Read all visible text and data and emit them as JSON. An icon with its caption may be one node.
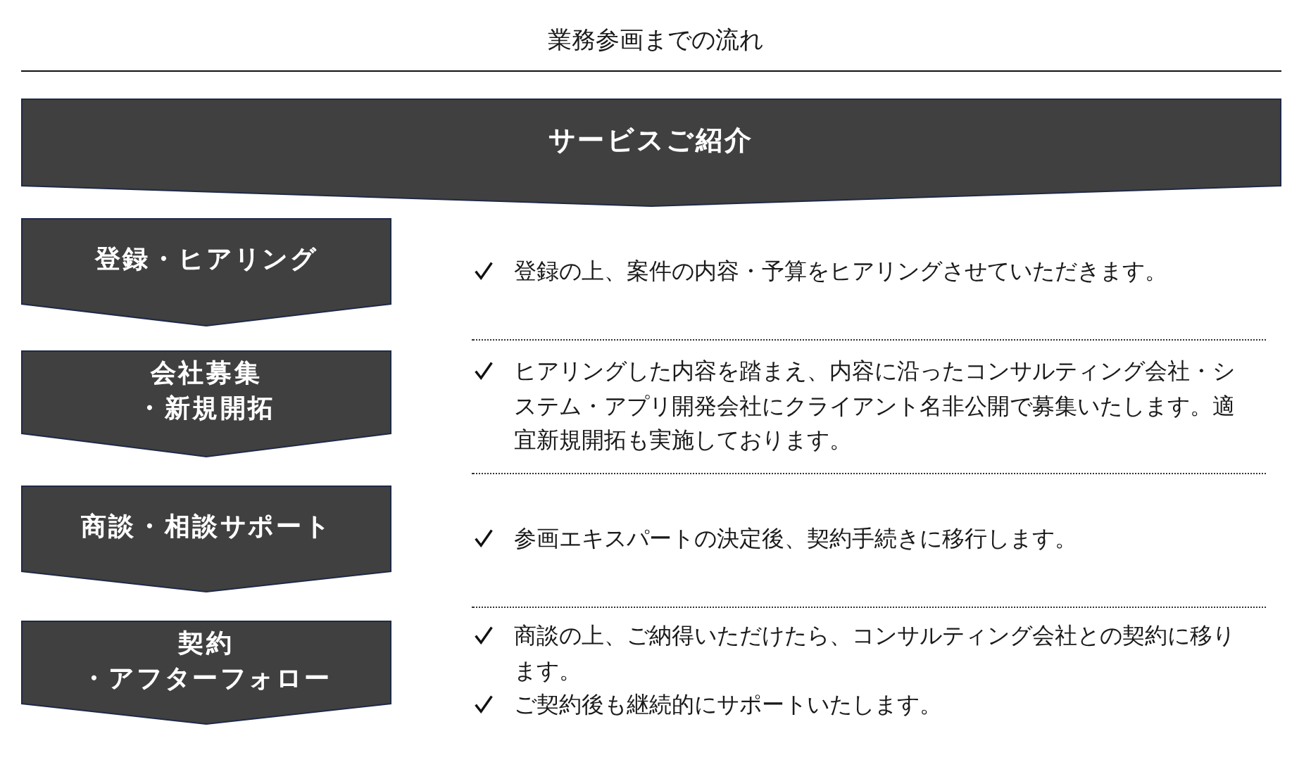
{
  "diagram": {
    "title": "業務参画までの流れ",
    "nodes": [
      {
        "text": [
          "サービスご紹介"
        ]
      },
      {
        "text": [
          "登録・ヒアリング"
        ]
      },
      {
        "text": [
          "会社募集・新規開拓"
        ]
      },
      {
        "text": [
          "商談・相談サポート"
        ]
      },
      {
        "text": [
          "契約・アフターフォロー"
        ]
      }
    ],
    "labels": [
      "登録の上、案件の内容・予算をヒアリングさせていただきます。",
      "ヒアリングした内容を踏まえ、内容に沿ったコンサルティング会社・システム・アプリ開発会社にクライアント名非公開で募集いたします。適宜新規開拓も実施しております。",
      "参画エキスパートの決定後、契約手続きに移行します。",
      "商談の上、ご納得いただけたら、コンサルティング会社との契約に移ります。",
      "ご契約後も継続的にサポートいたします。"
    ]
  }
}
